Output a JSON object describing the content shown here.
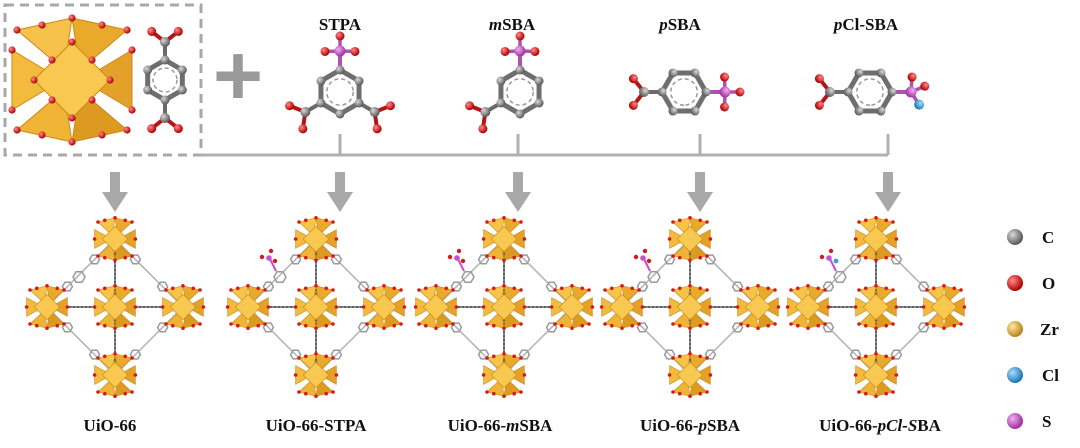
{
  "linkers": [
    {
      "id": "stpa",
      "label_italic": "",
      "label_rest": "STPA"
    },
    {
      "id": "msba",
      "label_italic": "m",
      "label_rest": "SBA"
    },
    {
      "id": "psba",
      "label_italic": "p",
      "label_rest": "SBA"
    },
    {
      "id": "pclsba",
      "label_italic": "p",
      "label_rest": "Cl-SBA"
    }
  ],
  "frameworks": [
    {
      "id": "uio66",
      "prefix": "UiO-66",
      "italic": "",
      "suffix": ""
    },
    {
      "id": "uio66-stpa",
      "prefix": "UiO-66-STPA",
      "italic": "",
      "suffix": ""
    },
    {
      "id": "uio66-msba",
      "prefix": "UiO-66-",
      "italic": "m",
      "suffix": "SBA"
    },
    {
      "id": "uio66-psba",
      "prefix": "UiO-66-",
      "italic": "p",
      "suffix": "SBA"
    },
    {
      "id": "uio66-pclsba",
      "prefix": "UiO-66-",
      "italic": "pCl-S",
      "suffix": "BA"
    }
  ],
  "legend": [
    {
      "element": "C",
      "color": "#7a7a7a"
    },
    {
      "element": "O",
      "color": "#e02020"
    },
    {
      "element": "Zr",
      "color": "#d9a93a"
    },
    {
      "element": "Cl",
      "color": "#3aa0d8"
    },
    {
      "element": "S",
      "color": "#c850c8"
    }
  ],
  "colors": {
    "carbon": "#8a8a8a",
    "oxygen": "#d81818",
    "sulfur": "#c850c8",
    "chlorine": "#3aa0d8",
    "zr_cluster": "#f4b93a",
    "connector": "#b0b0b0"
  },
  "plus_symbol": "+"
}
